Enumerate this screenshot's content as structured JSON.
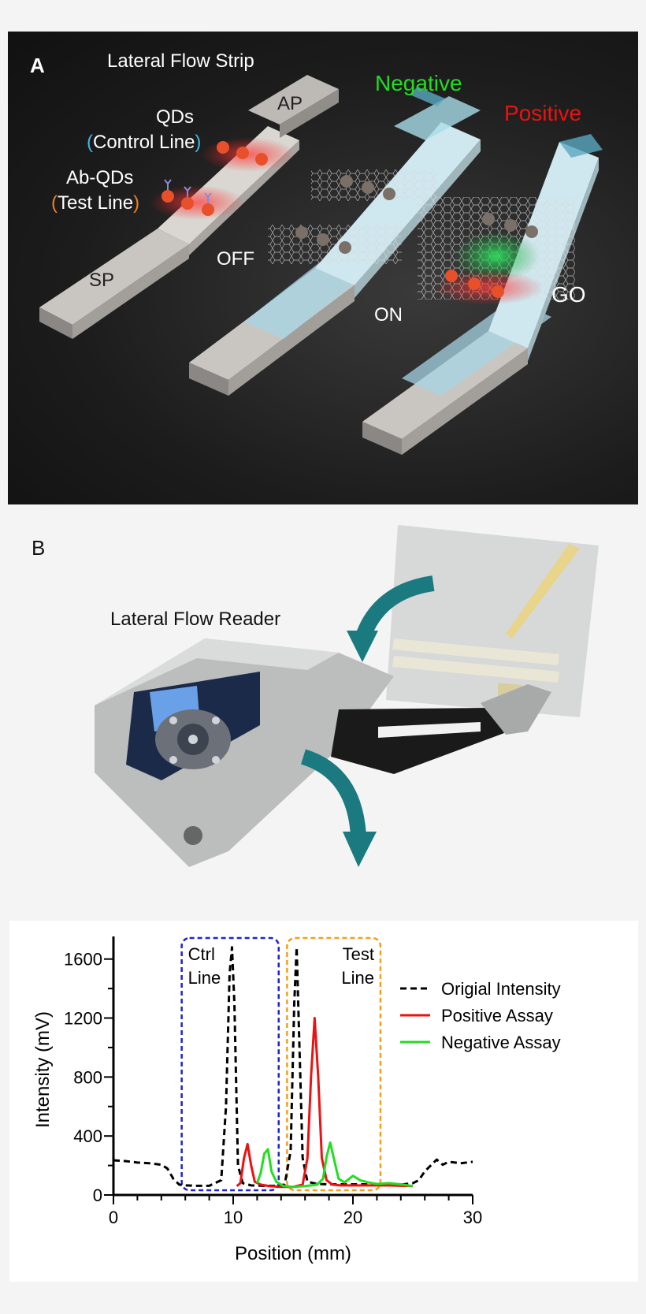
{
  "panel_a": {
    "letter": "A",
    "title": "Lateral Flow Strip",
    "qds": "QDs",
    "control_line": "Control Line",
    "ab_qds": "Ab-QDs",
    "test_line": "Test Line",
    "ap": "AP",
    "sp": "SP",
    "negative": "Negative",
    "positive": "Positive",
    "off": "OFF",
    "on": "ON",
    "go": "GO",
    "colors": {
      "negative": "#22dd22",
      "positive": "#ee1111",
      "control_paren": "#3fb6e8",
      "test_paren": "#f08020",
      "qd": "#e8502a"
    }
  },
  "panel_b": {
    "letter": "B",
    "reader_label": "Lateral Flow Reader"
  },
  "chart_data": {
    "type": "line",
    "xlabel": "Position (mm)",
    "ylabel": "Intensity (mV)",
    "xlim": [
      0,
      30
    ],
    "ylim": [
      0,
      1700
    ],
    "xticks": [
      "0",
      "10",
      "20",
      "30"
    ],
    "yticks": [
      "0",
      "400",
      "800",
      "1200",
      "1600"
    ],
    "legend_position": "right",
    "annotations": [
      {
        "line1": "Ctrl",
        "line2": "Line",
        "color": "#2222cc",
        "x_range": [
          5.7,
          13.8
        ]
      },
      {
        "line1": "Test",
        "line2": "Line",
        "color": "#f0a020",
        "x_range": [
          14.5,
          22.3
        ]
      }
    ],
    "series": [
      {
        "name": "Origial Intensity",
        "color": "#000000",
        "style": "dashed",
        "x": [
          0,
          1,
          2,
          3,
          4,
          4.5,
          5,
          5.5,
          6,
          7,
          8,
          9,
          9.4,
          9.7,
          9.9,
          10.1,
          10.4,
          10.8,
          11.5,
          12.5,
          13.5,
          14.3,
          14.8,
          15.1,
          15.3,
          15.5,
          15.8,
          16.2,
          17,
          18,
          19,
          20,
          21,
          22,
          23,
          24,
          25,
          25.5,
          26,
          26.5,
          27,
          27.5,
          28,
          29,
          30
        ],
        "y": [
          235,
          230,
          220,
          215,
          205,
          180,
          110,
          70,
          65,
          62,
          62,
          100,
          600,
          1500,
          1680,
          1300,
          200,
          80,
          65,
          62,
          62,
          70,
          300,
          1300,
          1680,
          1100,
          250,
          90,
          75,
          72,
          72,
          72,
          72,
          70,
          70,
          70,
          80,
          100,
          160,
          200,
          240,
          205,
          225,
          215,
          225
        ]
      },
      {
        "name": "Positive Assay",
        "color": "#ee1111",
        "style": "solid",
        "x": [
          10.3,
          10.6,
          10.9,
          11.2,
          11.5,
          11.8,
          12.3,
          13,
          14,
          15,
          15.8,
          16.2,
          16.5,
          16.8,
          17.1,
          17.4,
          17.8,
          18.3,
          19,
          20,
          21,
          22,
          23,
          24,
          25
        ],
        "y": [
          60,
          80,
          250,
          345,
          200,
          90,
          70,
          60,
          55,
          55,
          70,
          250,
          800,
          1200,
          800,
          250,
          100,
          70,
          65,
          65,
          65,
          65,
          65,
          62,
          60
        ]
      },
      {
        "name": "Negative Assay",
        "color": "#22dd22",
        "style": "solid",
        "x": [
          12,
          12.3,
          12.6,
          12.9,
          13.2,
          13.6,
          14.2,
          15,
          16,
          17,
          17.5,
          17.8,
          18.1,
          18.4,
          18.8,
          19.3,
          20,
          20.6,
          21.3,
          22,
          23,
          24,
          25
        ],
        "y": [
          80,
          150,
          280,
          310,
          160,
          90,
          60,
          55,
          60,
          70,
          110,
          260,
          355,
          250,
          110,
          85,
          130,
          100,
          85,
          75,
          80,
          72,
          60
        ]
      }
    ]
  }
}
